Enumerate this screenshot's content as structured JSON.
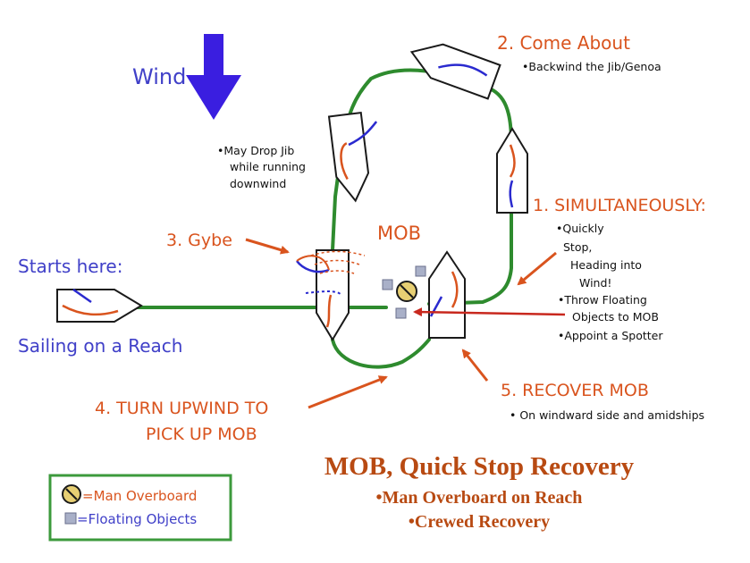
{
  "colors": {
    "track": "#2e8b2e",
    "orange": "#d9541e",
    "blue": "#4040c8",
    "arrow_blue": "#3a1ee0",
    "title": "#b84a12",
    "legend_border": "#3c9a3c",
    "boat_line": "#1a1a1a",
    "float_fill": "#a9b0c8",
    "mob_fill": "#e7cf73"
  },
  "icons": [
    "wind-arrow-icon",
    "boat-icon",
    "mob-marker-icon",
    "floating-object-icon",
    "pointer-arrow-icon"
  ],
  "wind": {
    "label": "Wind"
  },
  "start": {
    "title": "Starts here:",
    "subtitle": "Sailing on a Reach"
  },
  "steps": {
    "step1": {
      "title": "1. SIMULTANEOUSLY:",
      "bullets": [
        "•Quickly",
        "Stop,",
        "Heading into",
        "Wind!",
        "•Throw Floating",
        "Objects to MOB",
        "•Appoint a Spotter"
      ]
    },
    "step2": {
      "title": "2. Come About",
      "bullet": "•Backwind the Jib/Genoa"
    },
    "jib_note": [
      "•May Drop Jib",
      "while running",
      "downwind"
    ],
    "step3": {
      "title": "3. Gybe"
    },
    "step4": {
      "line1": "4. TURN UPWIND TO",
      "line2": "PICK UP MOB"
    },
    "step5": {
      "title": "5. RECOVER MOB",
      "bullet": "• On windward side and amidships"
    }
  },
  "mob_label": "MOB",
  "title": {
    "main": "MOB, Quick Stop Recovery",
    "line2": "•Man Overboard on Reach",
    "line3": "•Crewed Recovery"
  },
  "legend": {
    "mob": "=Man Overboard",
    "floating": "=Floating Objects"
  }
}
